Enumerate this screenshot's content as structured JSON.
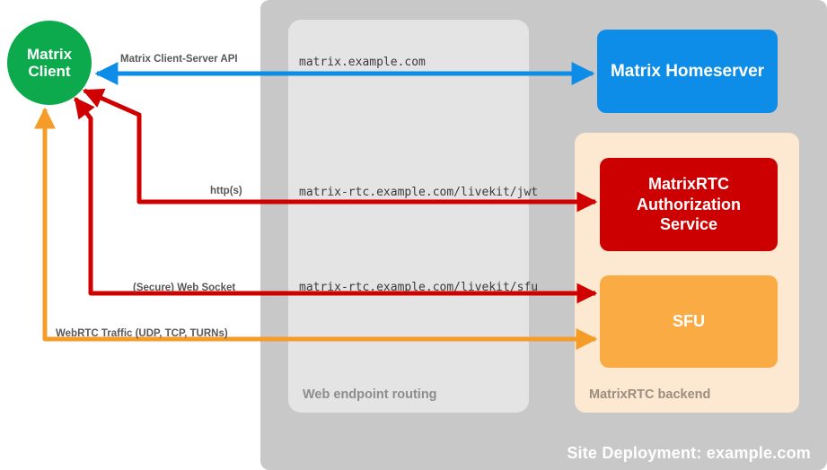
{
  "diagram": {
    "site_container": {
      "label": "Site Deployment: example.com"
    },
    "routing_panel": {
      "label": "Web endpoint routing"
    },
    "backend_panel": {
      "label": "MatrixRTC backend"
    },
    "nodes": {
      "client": {
        "line1": "Matrix",
        "line2": "Client",
        "color": "#0caa4c"
      },
      "homeserver": {
        "label": "Matrix Homeserver",
        "color": "#0d8ce8"
      },
      "auth_service": {
        "line1": "MatrixRTC",
        "line2": "Authorization",
        "line3": "Service",
        "color": "#cc0000"
      },
      "sfu": {
        "label": "SFU",
        "color": "#fbab44"
      }
    },
    "edges": [
      {
        "protocol": "Matrix Client-Server API",
        "endpoint": "matrix.example.com",
        "color": "#0d8ce8"
      },
      {
        "protocol": "http(s)",
        "endpoint": "matrix-rtc.example.com/livekit/jwt",
        "color": "#d00000"
      },
      {
        "protocol": "(Secure) Web Socket",
        "endpoint": "matrix-rtc.example.com/livekit/sfu",
        "color": "#d00000"
      },
      {
        "protocol": "WebRTC Traffic (UDP, TCP, TURNs)",
        "endpoint": "",
        "color": "#f59b28"
      }
    ]
  }
}
